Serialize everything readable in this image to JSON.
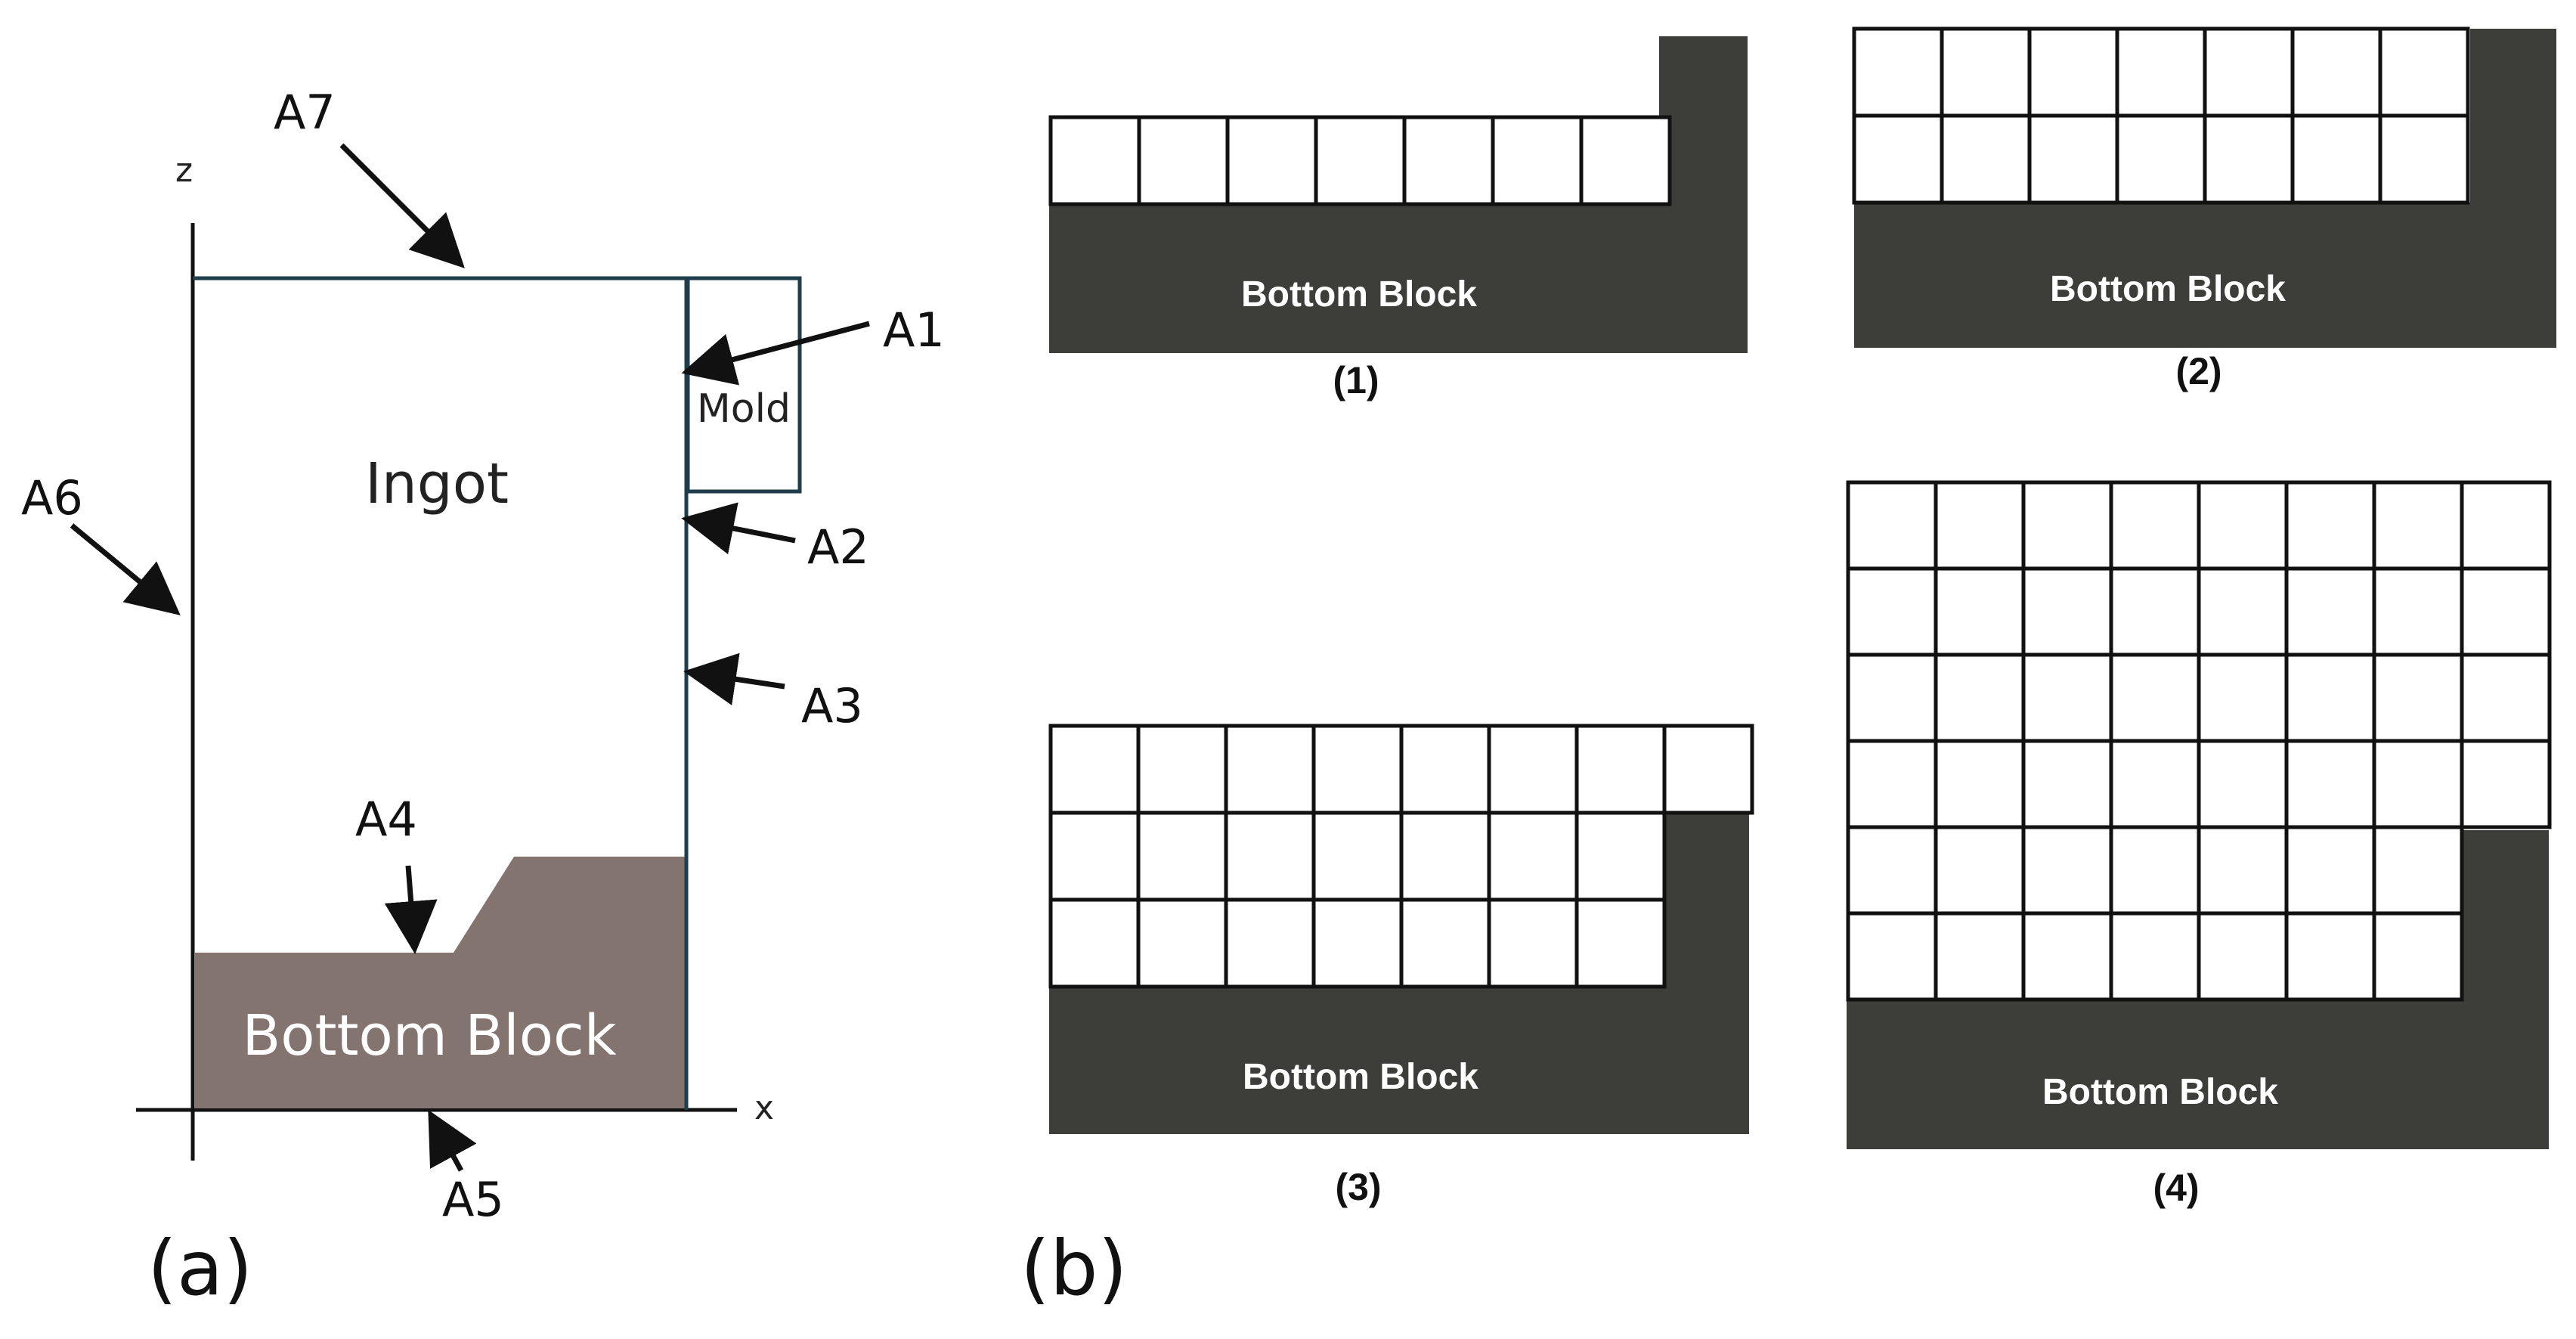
{
  "panel_a": {
    "label": "(a)",
    "axis_z": "z",
    "axis_x": "x",
    "ingot_label": "Ingot",
    "mold_label": "Mold",
    "bottom_block_label": "Bottom Block",
    "boundaries": [
      "A1",
      "A2",
      "A3",
      "A4",
      "A5",
      "A6",
      "A7"
    ],
    "colors": {
      "outline": "#1f3d4a",
      "bottom_block": "#837470",
      "arrow": "#111111"
    }
  },
  "panel_b": {
    "label": "(b)",
    "block_label": "Bottom Block",
    "colors": {
      "block": "#3d3d3a",
      "cell": "#ffffff",
      "grid": "#111111"
    },
    "stages": [
      {
        "label": "(1)",
        "rows": 1,
        "cells_per_row": [
          7
        ]
      },
      {
        "label": "(2)",
        "rows": 2,
        "cells_per_row": [
          7,
          7
        ]
      },
      {
        "label": "(3)",
        "rows": 3,
        "cells_per_row": [
          8,
          7,
          7
        ]
      },
      {
        "label": "(4)",
        "rows": 6,
        "cells_per_row": [
          8,
          8,
          8,
          8,
          7,
          7
        ]
      }
    ]
  }
}
